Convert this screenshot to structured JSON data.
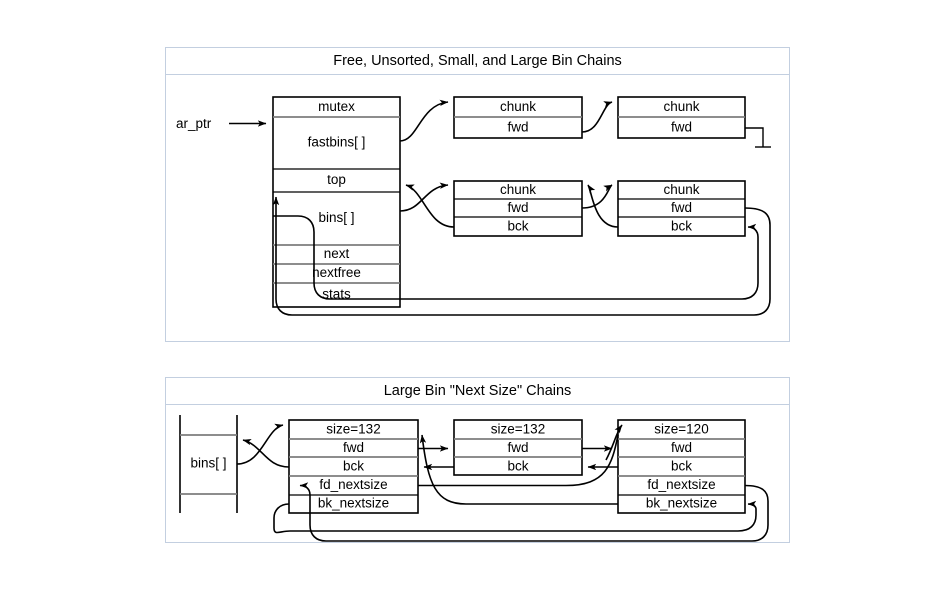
{
  "panels": [
    {
      "id": "free-unsorted-small-large",
      "title": "Free, Unsorted, Small, and Large Bin Chains",
      "external_label": "ar_ptr",
      "arena_fields": [
        "mutex",
        "fastbins[ ]",
        "top",
        "bins[ ]",
        "next",
        "nextfree",
        "stats"
      ],
      "fastbin_chunks": [
        {
          "title": "chunk",
          "fields": [
            "fwd"
          ]
        },
        {
          "title": "chunk",
          "fields": [
            "fwd"
          ]
        }
      ],
      "bin_chunks": [
        {
          "title": "chunk",
          "fields": [
            "fwd",
            "bck"
          ]
        },
        {
          "title": "chunk",
          "fields": [
            "fwd",
            "bck"
          ]
        }
      ],
      "terminator": "null-ground-symbol"
    },
    {
      "id": "large-bin-next-size",
      "title": "Large Bin \"Next Size\" Chains",
      "bins_label": "bins[ ]",
      "chunks": [
        {
          "fields": [
            "size=132",
            "fwd",
            "bck",
            "fd_nextsize",
            "bk_nextsize"
          ]
        },
        {
          "fields": [
            "size=132",
            "fwd",
            "bck"
          ]
        },
        {
          "fields": [
            "size=120",
            "fwd",
            "bck",
            "fd_nextsize",
            "bk_nextsize"
          ]
        }
      ]
    }
  ],
  "colors": {
    "panel_border": "#c3cfe0",
    "box_stroke": "#000000",
    "row_separator": "#7d7d7d",
    "background": "#ffffff",
    "text": "#000000"
  }
}
